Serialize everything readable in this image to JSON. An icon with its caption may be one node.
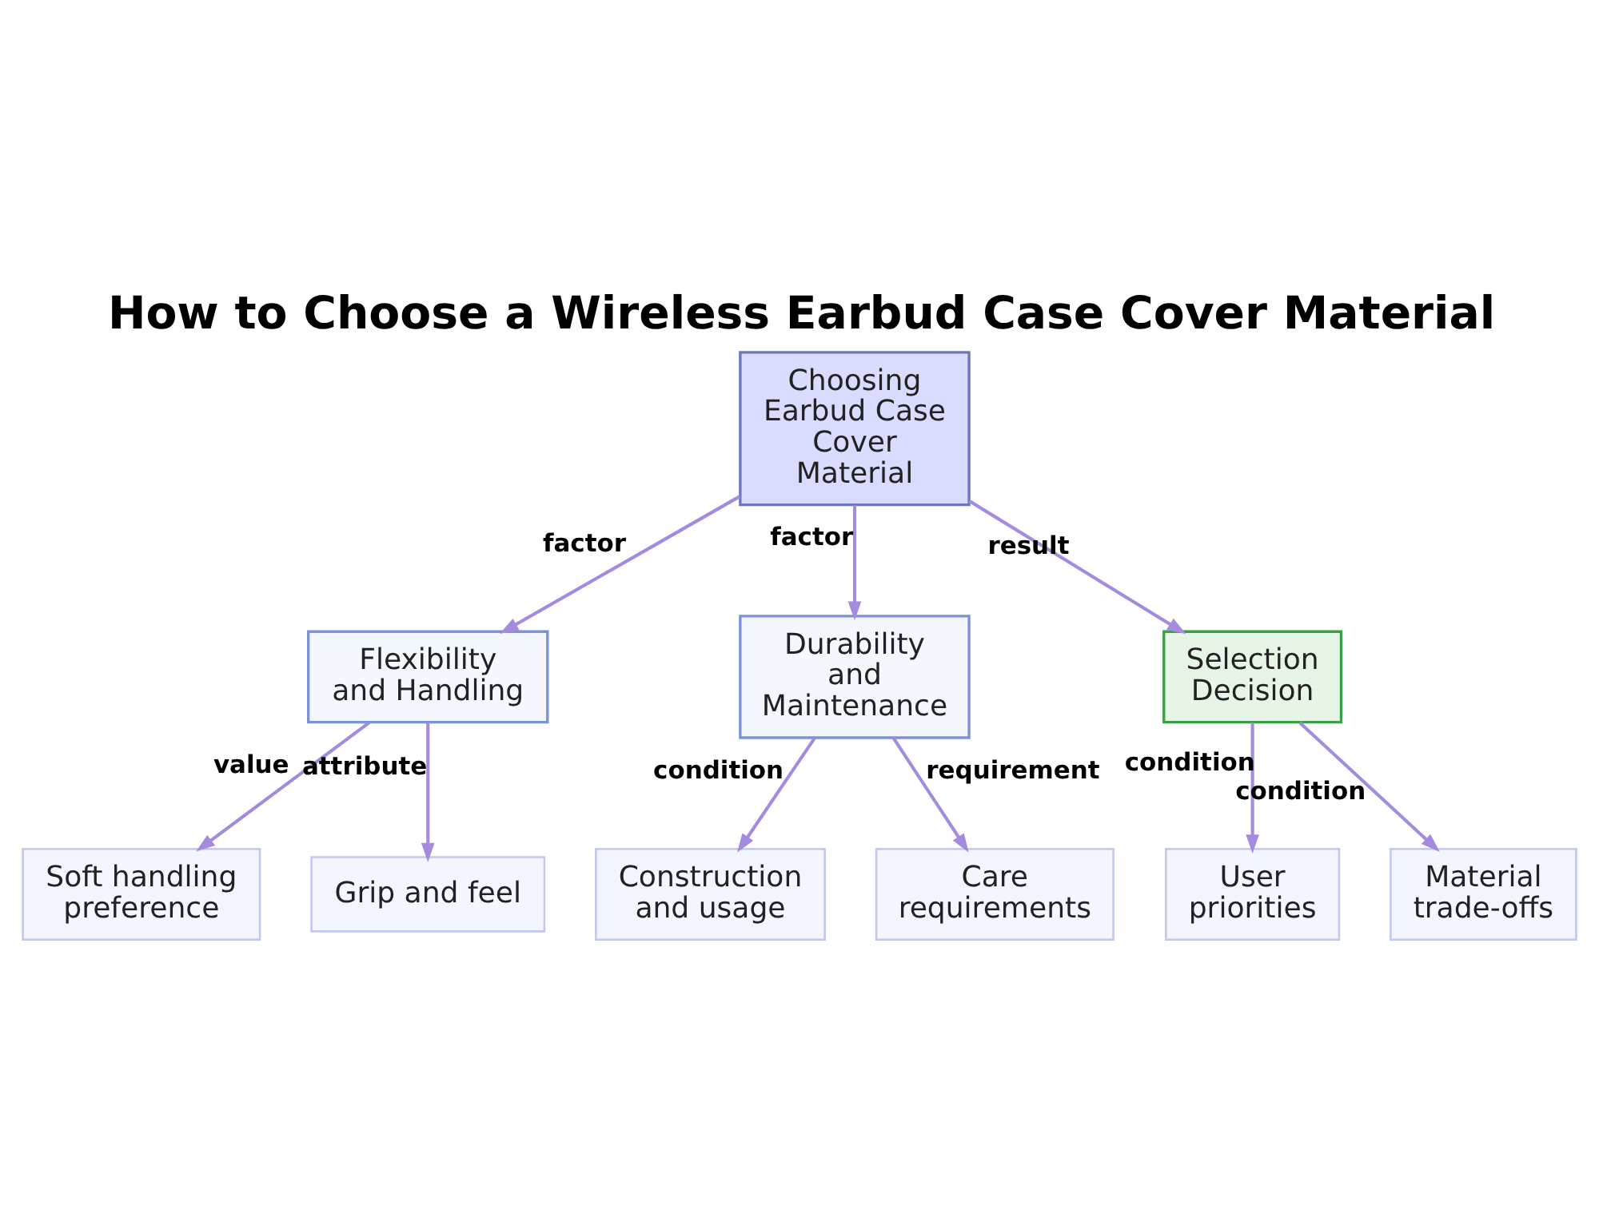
{
  "diagram": {
    "title": "How to Choose a Wireless Earbud Case Cover Material",
    "nodes": [
      {
        "text": [
          "Choosing Earbud Case Cover Material"
        ]
      },
      {
        "text": [
          "Flexibility and Handling"
        ]
      },
      {
        "text": [
          "Durability and Maintenance"
        ]
      },
      {
        "text": [
          "Selection Decision"
        ]
      },
      {
        "text": [
          "Soft handling preference"
        ]
      },
      {
        "text": [
          "Grip and feel"
        ]
      },
      {
        "text": [
          "Construction and usage"
        ]
      },
      {
        "text": [
          "Care requirements"
        ]
      },
      {
        "text": [
          "User priorities"
        ]
      },
      {
        "text": [
          "Material trade-offs"
        ]
      }
    ],
    "edges": [
      {
        "from": 0,
        "to": 1,
        "arrow": "to",
        "label": "factor"
      },
      {
        "from": 0,
        "to": 2,
        "arrow": "to",
        "label": "factor"
      },
      {
        "from": 0,
        "to": 3,
        "arrow": "to",
        "label": "result"
      },
      {
        "from": 1,
        "to": 4,
        "arrow": "to",
        "label": "value"
      },
      {
        "from": 1,
        "to": 5,
        "arrow": "to",
        "label": "attribute"
      },
      {
        "from": 2,
        "to": 6,
        "arrow": "to",
        "label": "condition"
      },
      {
        "from": 2,
        "to": 7,
        "arrow": "to",
        "label": "requirement"
      },
      {
        "from": 3,
        "to": 8,
        "arrow": "to",
        "label": "condition"
      },
      {
        "from": 3,
        "to": 9,
        "arrow": "to",
        "label": "condition"
      }
    ]
  }
}
